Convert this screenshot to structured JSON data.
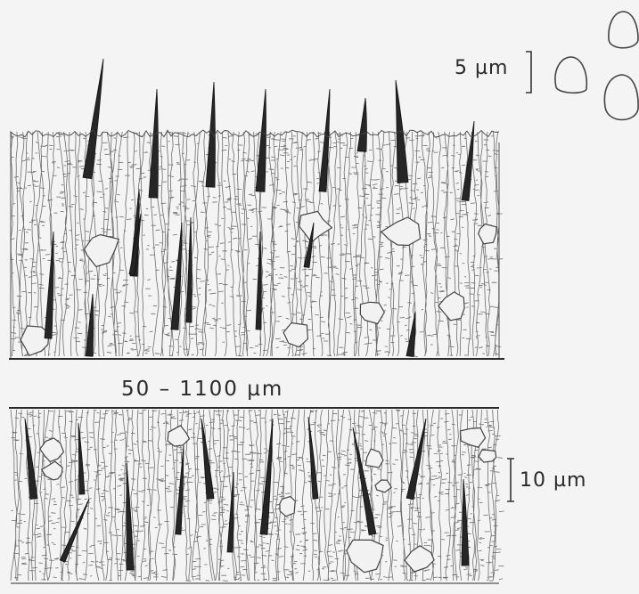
{
  "figure": {
    "spore_scale_label": "5 µm",
    "thickness_label": "50 – 1100 µm",
    "section_scale_label": "10 µm"
  },
  "colors": {
    "background": "#f4f4f4",
    "ink": "#2a2a2a",
    "hyphae": "#555555",
    "setae": "#262626",
    "crystals_fill": "#f2f2f2"
  }
}
